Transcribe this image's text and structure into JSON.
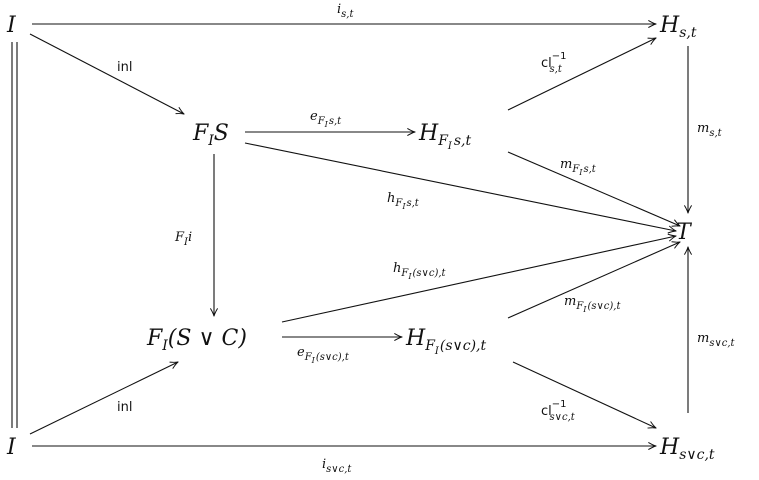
{
  "objects": {
    "I_top": "I",
    "H_st": "H",
    "H_st_sub": "s,t",
    "FIS": "F",
    "FIS_sub": "I",
    "FIS_tail": "S",
    "H_FIst": "H",
    "H_FIst_sub": "F",
    "H_FIst_subsub": "I",
    "H_FIst_subtail": "s,t",
    "T": "T",
    "FI_SvC": "F",
    "FI_SvC_sub": "I",
    "FI_SvC_tail": "(S ∨ C)",
    "H_FIsvct": "H",
    "H_FIsvct_sub": "F",
    "H_FIsvct_subsub": "I",
    "H_FIsvct_subtail": "(s∨c),t",
    "I_bot": "I",
    "H_svct": "H",
    "H_svct_sub": "s∨c,t"
  },
  "labels": {
    "i_st": "i",
    "i_st_sub": "s,t",
    "inl_top": "inl",
    "e_FIst": "e",
    "e_FIst_sub": "F",
    "e_FIst_subsub": "I",
    "e_FIst_subtail": "s,t",
    "cl_st": "cl",
    "cl_st_sup": "−1",
    "cl_st_sub": "s,t",
    "m_st": "m",
    "m_st_sub": "s,t",
    "m_FIst": "m",
    "m_FIst_sub": "F",
    "m_FIst_subsub": "I",
    "m_FIst_subtail": "s,t",
    "h_FIst": "h",
    "h_FIst_sub": "F",
    "h_FIst_subsub": "I",
    "h_FIst_subtail": "s,t",
    "FIi": "F",
    "FIi_sub": "I",
    "FIi_tail": "i",
    "h_FIsvc": "h",
    "h_FIsvc_sub": "F",
    "h_FIsvc_subsub": "I",
    "h_FIsvc_subtail": "(s∨c),t",
    "m_FIsvc": "m",
    "m_FIsvc_sub": "F",
    "m_FIsvc_subsub": "I",
    "m_FIsvc_subtail": "(s∨c),t",
    "e_FIsvc": "e",
    "e_FIsvc_sub": "F",
    "e_FIsvc_subsub": "I",
    "e_FIsvc_subtail": "(s∨c),t",
    "m_svct": "m",
    "m_svct_sub": "s∨c,t",
    "inl_bot": "inl",
    "cl_svct": "cl",
    "cl_svct_sup": "−1",
    "cl_svct_sub": "s∨c,t",
    "i_svct": "i",
    "i_svct_sub": "s∨c,t"
  }
}
